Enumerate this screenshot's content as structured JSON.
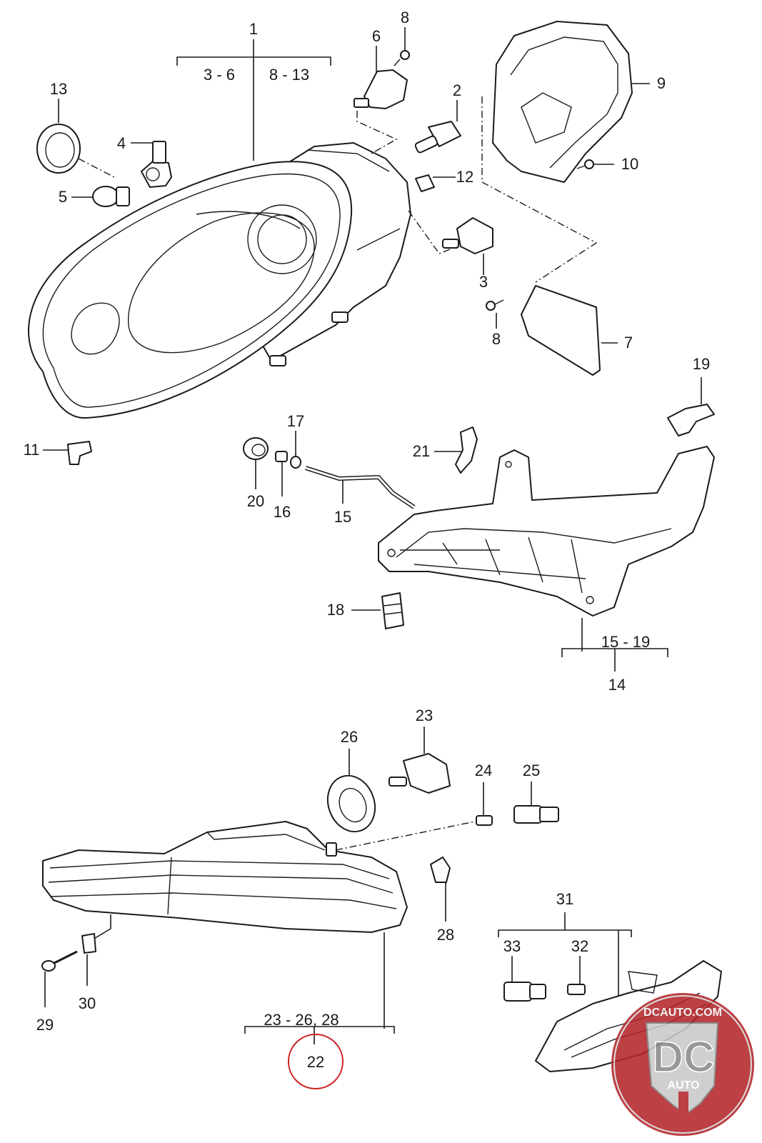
{
  "labels": {
    "l1": "1",
    "l1_range_a": "3 - 6",
    "l1_range_b": "8 - 13",
    "l2": "2",
    "l3": "3",
    "l4": "4",
    "l5": "5",
    "l6": "6",
    "l7": "7",
    "l8a": "8",
    "l8b": "8",
    "l9": "9",
    "l10": "10",
    "l11": "11",
    "l12": "12",
    "l13": "13",
    "l14": "14",
    "l14_range": "15 - 19",
    "l15": "15",
    "l16": "16",
    "l17": "17",
    "l18": "18",
    "l19": "19",
    "l20": "20",
    "l21": "21",
    "l22": "22",
    "l22_range": "23 - 26, 28",
    "l23": "23",
    "l24": "24",
    "l25": "25",
    "l26": "26",
    "l28": "28",
    "l29": "29",
    "l30": "30",
    "l31": "31",
    "l32": "32",
    "l33": "33"
  },
  "watermark": {
    "site": "DCAUTO.COM",
    "logo_letters": "DC",
    "logo_sub": "AUTO"
  },
  "colors": {
    "highlight_circle": "#cc2222",
    "watermark_red": "#b3262b",
    "watermark_silver": "#bdbdbd"
  }
}
